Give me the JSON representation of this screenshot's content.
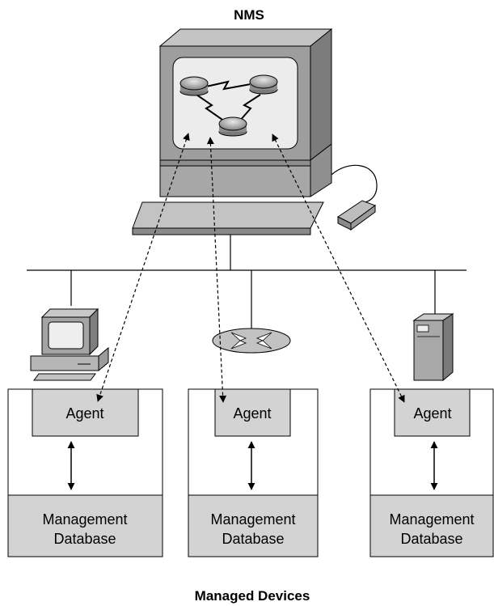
{
  "nms": {
    "title": "NMS"
  },
  "devices": [
    {
      "type": "workstation",
      "agent_label": "Agent",
      "db_line1": "Management",
      "db_line2": "Database"
    },
    {
      "type": "router",
      "agent_label": "Agent",
      "db_line1": "Management",
      "db_line2": "Database"
    },
    {
      "type": "server",
      "agent_label": "Agent",
      "db_line1": "Management",
      "db_line2": "Database"
    }
  ],
  "footer": {
    "caption": "Managed Devices"
  },
  "colors": {
    "box_fill": "#d3d3d3",
    "monitor_body": "#9a9a9a",
    "screen": "#ececec",
    "router": "#a9a9a9",
    "stroke": "#000000"
  },
  "icons": [
    "nms-monitor-icon",
    "router-icon",
    "workstation-icon",
    "server-icon",
    "mouse-icon",
    "keyboard-icon"
  ]
}
